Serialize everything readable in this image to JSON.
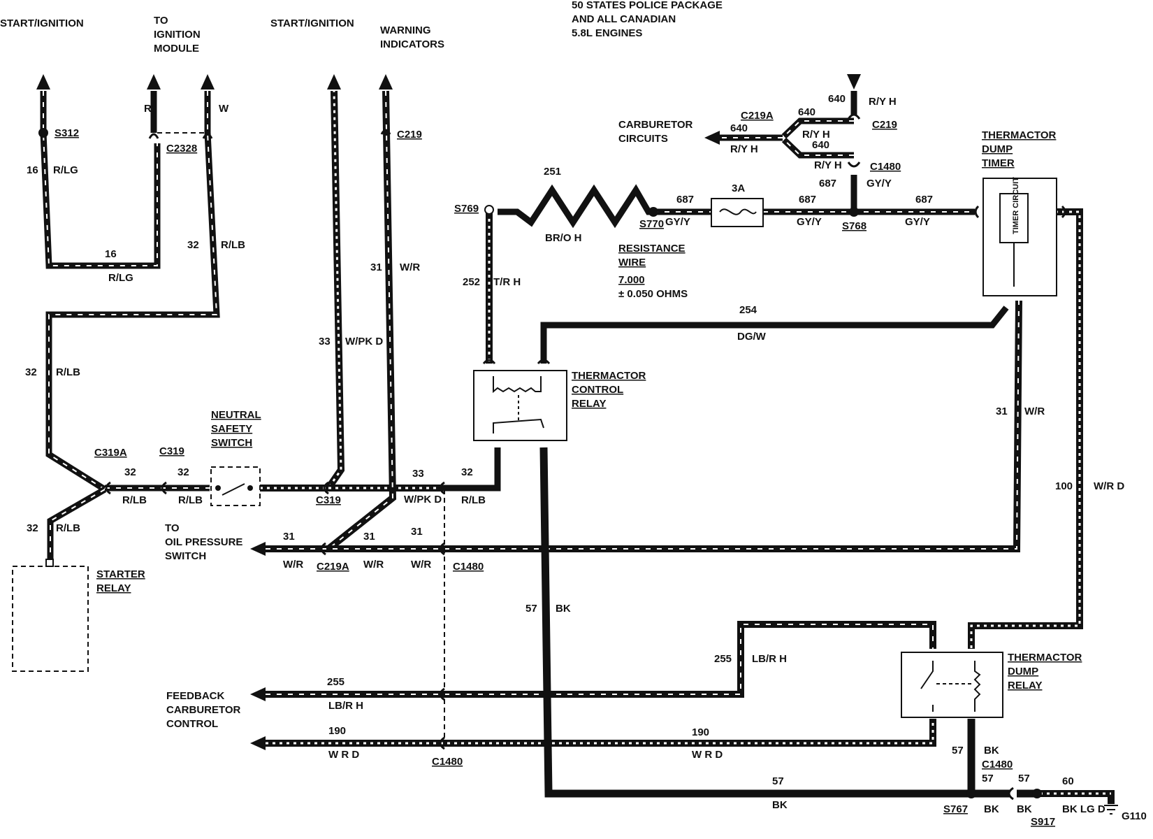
{
  "top_labels": {
    "start_ignition_left": "START/IGNITION",
    "to_ignition_module": [
      "TO",
      "IGNITION",
      "MODULE"
    ],
    "start_ignition_mid": "START/IGNITION",
    "warning_indicators": [
      "WARNING",
      "INDICATORS"
    ],
    "header_note": [
      "50 STATES POLICE PACKAGE",
      "AND ALL CANADIAN",
      "5.8L ENGINES"
    ]
  },
  "components": {
    "starter_relay": [
      "STARTER",
      "RELAY"
    ],
    "neutral_safety_switch": [
      "NEUTRAL",
      "SAFETY",
      "SWITCH"
    ],
    "thermactor_control_relay": [
      "THERMACTOR",
      "CONTROL",
      "RELAY"
    ],
    "thermactor_dump_timer": [
      "THERMACTOR",
      "DUMP",
      "TIMER"
    ],
    "timer_circuit": "TIMER CIRCUIT",
    "thermactor_dump_relay": [
      "THERMACTOR",
      "DUMP",
      "RELAY"
    ],
    "fuse": "3A",
    "resistance_wire": [
      "RESISTANCE",
      "WIRE",
      "7.000",
      "± 0.050 OHMS"
    ],
    "carburetor_circuits": [
      "CARBURETOR",
      "CIRCUITS"
    ],
    "to_oil_pressure_switch": [
      "TO",
      "OIL PRESSURE",
      "SWITCH"
    ],
    "feedback_carburetor_control": [
      "FEEDBACK",
      "CARBURETOR",
      "CONTROL"
    ]
  },
  "connectors": {
    "s312": "S312",
    "c2328": "C2328",
    "c219_top": "C219",
    "c219_right": "C219",
    "c219a_top": "C219A",
    "c1480_top": "C1480",
    "s769": "S769",
    "s770": "S770",
    "s768": "S768",
    "c319a": "C319A",
    "c319_left": "C319",
    "c319_right": "C319",
    "c219a_bottom": "C219A",
    "c1480_mid": "C1480",
    "c1480_bottom": "C1480",
    "c1480_ground": "C1480",
    "s767": "S767",
    "s917": "S917",
    "g110": "G110"
  },
  "wire_labels": {
    "r_top": "R",
    "w_top": "W",
    "c16_a": "16",
    "rlg_a": "R/LG",
    "c16_b": "16",
    "rlg_b": "R/LG",
    "c32_a": "32",
    "rlb_a": "R/LB",
    "c32_b": "32",
    "rlb_b": "R/LB",
    "c32_c": "32",
    "rlb_c": "R/LB",
    "c32_d": "32",
    "rlb_d": "R/LB",
    "c32_e": "32",
    "rlb_e": "R/LB",
    "c32_f": "32",
    "rlb_f": "R/LB",
    "c33_a": "33",
    "wpkd_a": "W/PK D",
    "c33_b": "33",
    "wpkd_b": "W/PK D",
    "c31_a": "31",
    "wr_a": "W/R",
    "c31_b": "31",
    "wr_b": "W/R",
    "c31_c": "31",
    "wr_c": "W/R",
    "c31_d": "31",
    "wr_d": "W/R",
    "c31_e": "31",
    "wr_e": "W/R",
    "c251": "251",
    "bro": "BR/O H",
    "c252": "252",
    "trh": "T/R H",
    "c687_a": "687",
    "gyy_a": "GY/Y",
    "c687_b": "687",
    "gyy_b": "GY/Y",
    "c687_c": "687",
    "gyy_c": "GY/Y",
    "c687_d": "687",
    "gyy_d": "GY/Y",
    "c640_top": "640",
    "ryh_top": "R/Y H",
    "c640_a": "640",
    "ryh_a": "R/Y H",
    "c640_b": "640",
    "ryh_b": "R/Y H",
    "c640_c": "640",
    "ryh_c": "R/Y H",
    "c254": "254",
    "dgw": "DG/W",
    "c100": "100",
    "wrd_100": "W/R D",
    "c255_a": "255",
    "lbrh_a": "LB/R H",
    "c255_b": "255",
    "lbrh_b": "LB/R H",
    "c190_a": "190",
    "wrd_a": "W R D",
    "c190_b": "190",
    "wrd_b": "W R D",
    "c57_a": "57",
    "bk_a": "BK",
    "c57_b": "57",
    "bk_b": "BK",
    "c57_c": "57",
    "bk_c": "BK",
    "c57_d": "57",
    "bk_d": "BK",
    "c57_e": "57",
    "bk_e": "BK",
    "c60": "60",
    "bklgd": "BK LG D"
  },
  "colors": {
    "ink": "#111111",
    "paper": "#ffffff"
  }
}
